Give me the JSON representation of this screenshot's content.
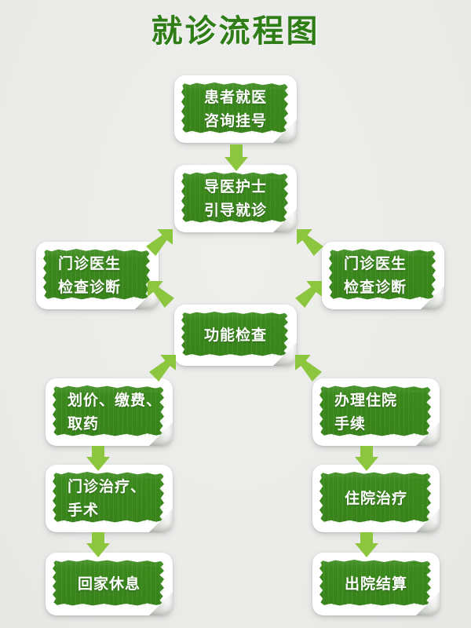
{
  "page": {
    "title": "就诊流程图",
    "background_color": "#ecedeb",
    "title_color": "#2f7d16",
    "node_green": "#3b8a1d",
    "arrow_green": "#8cc63e",
    "node_text_color": "#ffffff"
  },
  "chart_data": {
    "type": "diagram",
    "title": "就诊流程图",
    "nodes": [
      {
        "id": "n1",
        "lines": [
          "患者就医",
          "咨询挂号"
        ],
        "align": "center",
        "row": 1,
        "column": "center"
      },
      {
        "id": "n2",
        "lines": [
          "导医护士",
          "引导就诊"
        ],
        "align": "center",
        "row": 2,
        "column": "center"
      },
      {
        "id": "n3",
        "lines": [
          "门诊医生",
          "检查诊断"
        ],
        "align": "left",
        "row": 3,
        "column": "left"
      },
      {
        "id": "n4",
        "lines": [
          "门诊医生",
          "检查诊断"
        ],
        "align": "left",
        "row": 3,
        "column": "right"
      },
      {
        "id": "n5",
        "lines": [
          "功能检查"
        ],
        "align": "center",
        "row": 4,
        "column": "center"
      },
      {
        "id": "n6",
        "lines": [
          "划价、缴费、",
          "取药"
        ],
        "align": "left",
        "row": 5,
        "column": "left"
      },
      {
        "id": "n7",
        "lines": [
          "办理住院",
          "手续"
        ],
        "align": "left",
        "row": 5,
        "column": "right"
      },
      {
        "id": "n8",
        "lines": [
          "门诊治疗、",
          "手术"
        ],
        "align": "left",
        "row": 6,
        "column": "left"
      },
      {
        "id": "n9",
        "lines": [
          "住院治疗"
        ],
        "align": "center",
        "row": 6,
        "column": "right"
      },
      {
        "id": "n10",
        "lines": [
          "回家休息"
        ],
        "align": "center",
        "row": 7,
        "column": "left"
      },
      {
        "id": "n11",
        "lines": [
          "出院结算"
        ],
        "align": "center",
        "row": 7,
        "column": "right"
      }
    ],
    "edges": [
      {
        "from": "n1",
        "to": "n2",
        "style": "arrow-down"
      },
      {
        "from": "n2",
        "to": "n3",
        "style": "arrow-diagonal-down-left"
      },
      {
        "from": "n2",
        "to": "n4",
        "style": "arrow-diagonal-down-right"
      },
      {
        "from": "n3",
        "to": "n5",
        "style": "arrow-diagonal-down-right"
      },
      {
        "from": "n4",
        "to": "n5",
        "style": "arrow-diagonal-down-left"
      },
      {
        "from": "n5",
        "to": "n6",
        "style": "arrow-diagonal-down-left"
      },
      {
        "from": "n5",
        "to": "n7",
        "style": "arrow-diagonal-down-right"
      },
      {
        "from": "n6",
        "to": "n8",
        "style": "arrow-down"
      },
      {
        "from": "n7",
        "to": "n9",
        "style": "arrow-down"
      },
      {
        "from": "n8",
        "to": "n10",
        "style": "arrow-down"
      },
      {
        "from": "n9",
        "to": "n11",
        "style": "arrow-down"
      }
    ]
  }
}
